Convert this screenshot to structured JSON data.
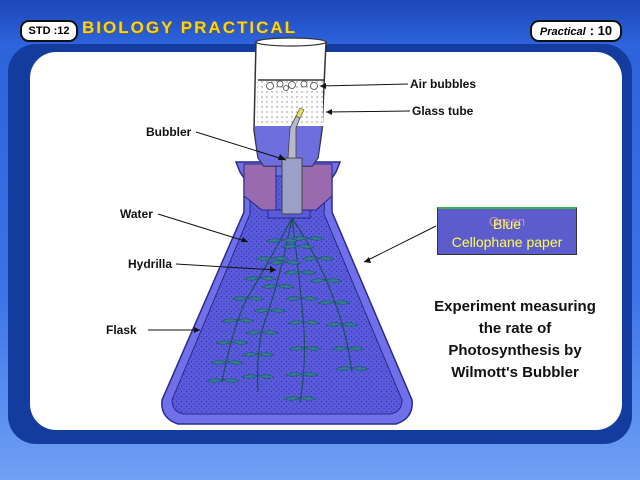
{
  "header": {
    "std_label": "STD :12",
    "course_title": "BIOLOGY PRACTICAL",
    "practical_label": "Practical",
    "practical_number": ": 10"
  },
  "labels": {
    "air_bubbles": "Air bubbles",
    "glass_tube": "Glass tube",
    "bubbler": "Bubbler",
    "water": "Water",
    "hydrilla": "Hydrilla",
    "flask": "Flask"
  },
  "cellophane": {
    "overlay_text": "Green",
    "line1": "Blue",
    "line2": "Cellophane paper"
  },
  "caption": {
    "lines": [
      "Experiment measuring",
      "the rate of",
      "Photosynthesis by",
      "Wilmott's Bubbler"
    ]
  },
  "colors": {
    "title_yellow": "#ffd21a",
    "flask_blue": "#6a6ae8",
    "water_blue": "#5555d8",
    "plant_teal": "#2f7f8f",
    "cork_purple": "#9a6ab0"
  }
}
